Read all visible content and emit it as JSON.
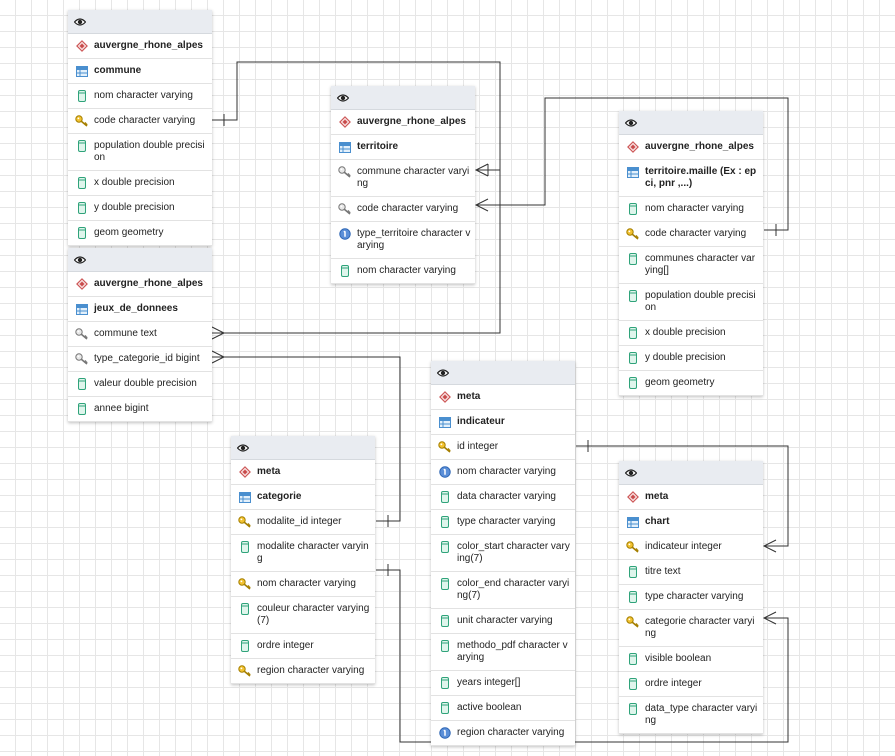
{
  "tables": [
    {
      "id": "commune",
      "schema": "auvergne_rhone_alpes",
      "name": "commune",
      "columns": [
        {
          "text": "nom character varying",
          "icon": "column-icon"
        },
        {
          "text": "code character varying",
          "icon": "primary-key-icon"
        },
        {
          "text": "population double precision",
          "icon": "column-icon"
        },
        {
          "text": "x double precision",
          "icon": "column-icon"
        },
        {
          "text": "y double precision",
          "icon": "column-icon"
        },
        {
          "text": "geom geometry",
          "icon": "column-icon"
        }
      ]
    },
    {
      "id": "territoire",
      "schema": "auvergne_rhone_alpes",
      "name": "territoire",
      "columns": [
        {
          "text": "commune character varying",
          "icon": "foreign-key-icon"
        },
        {
          "text": "code character varying",
          "icon": "foreign-key-icon"
        },
        {
          "text": "type_territoire character varying",
          "icon": "unique-icon"
        },
        {
          "text": "nom character varying",
          "icon": "column-icon"
        }
      ]
    },
    {
      "id": "maille",
      "schema": "auvergne_rhone_alpes",
      "name": "territoire.maille (Ex : epci, pnr ,...)",
      "columns": [
        {
          "text": "nom character varying",
          "icon": "column-icon"
        },
        {
          "text": "code character varying",
          "icon": "primary-key-icon"
        },
        {
          "text": "communes character varying[]",
          "icon": "column-icon"
        },
        {
          "text": "population double precision",
          "icon": "column-icon"
        },
        {
          "text": "x double precision",
          "icon": "column-icon"
        },
        {
          "text": "y double precision",
          "icon": "column-icon"
        },
        {
          "text": "geom geometry",
          "icon": "column-icon"
        }
      ]
    },
    {
      "id": "jeux",
      "schema": "auvergne_rhone_alpes",
      "name": "jeux_de_donnees",
      "columns": [
        {
          "text": "commune text",
          "icon": "foreign-key-icon"
        },
        {
          "text": "type_categorie_id bigint",
          "icon": "foreign-key-icon"
        },
        {
          "text": "valeur double precision",
          "icon": "column-icon"
        },
        {
          "text": "annee bigint",
          "icon": "column-icon"
        }
      ]
    },
    {
      "id": "categorie",
      "schema": "meta",
      "name": "categorie",
      "columns": [
        {
          "text": "modalite_id integer",
          "icon": "primary-key-icon"
        },
        {
          "text": "modalite character varying",
          "icon": "column-icon"
        },
        {
          "text": "nom character varying",
          "icon": "primary-key-icon"
        },
        {
          "text": "couleur character varying (7)",
          "icon": "column-icon"
        },
        {
          "text": "ordre integer",
          "icon": "column-icon"
        },
        {
          "text": "region character varying",
          "icon": "primary-key-icon"
        }
      ]
    },
    {
      "id": "indicateur",
      "schema": "meta",
      "name": "indicateur",
      "columns": [
        {
          "text": "id integer",
          "icon": "primary-key-icon"
        },
        {
          "text": "nom character varying",
          "icon": "unique-icon"
        },
        {
          "text": "data character varying",
          "icon": "column-icon"
        },
        {
          "text": "type character varying",
          "icon": "column-icon"
        },
        {
          "text": "color_start character varying(7)",
          "icon": "column-icon"
        },
        {
          "text": "color_end character varying(7)",
          "icon": "column-icon"
        },
        {
          "text": "unit character varying",
          "icon": "column-icon"
        },
        {
          "text": "methodo_pdf character varying",
          "icon": "column-icon"
        },
        {
          "text": "years integer[]",
          "icon": "column-icon"
        },
        {
          "text": "active boolean",
          "icon": "column-icon"
        },
        {
          "text": "region character varying",
          "icon": "unique-icon"
        }
      ]
    },
    {
      "id": "chart",
      "schema": "meta",
      "name": "chart",
      "columns": [
        {
          "text": "indicateur integer",
          "icon": "primary-key-icon"
        },
        {
          "text": "titre text",
          "icon": "column-icon"
        },
        {
          "text": "type character varying",
          "icon": "column-icon"
        },
        {
          "text": "categorie character varying",
          "icon": "primary-key-icon"
        },
        {
          "text": "visible boolean",
          "icon": "column-icon"
        },
        {
          "text": "ordre integer",
          "icon": "column-icon"
        },
        {
          "text": "data_type character varying",
          "icon": "column-icon"
        }
      ]
    }
  ]
}
